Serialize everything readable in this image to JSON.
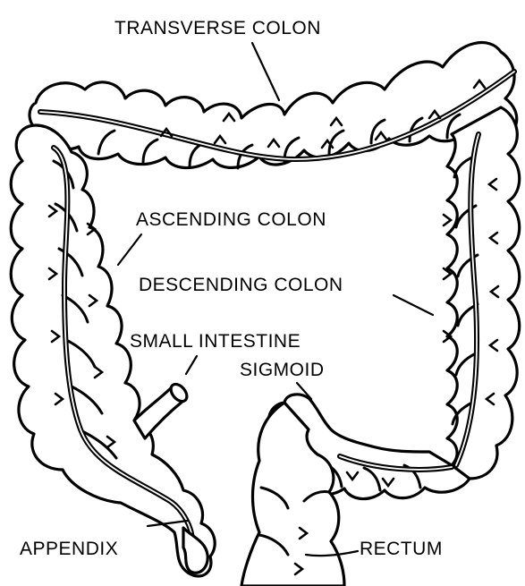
{
  "labels": {
    "transverse_colon": "TRANSVERSE COLON",
    "ascending_colon": "ASCENDING COLON",
    "descending_colon": "DESCENDING COLON",
    "small_intestine": "SMALL INTESTINE",
    "sigmoid": "SIGMOID",
    "appendix": "APPENDIX",
    "rectum": "RECTUM"
  },
  "colors": {
    "ink": "#000000",
    "background": "#ffffff"
  }
}
